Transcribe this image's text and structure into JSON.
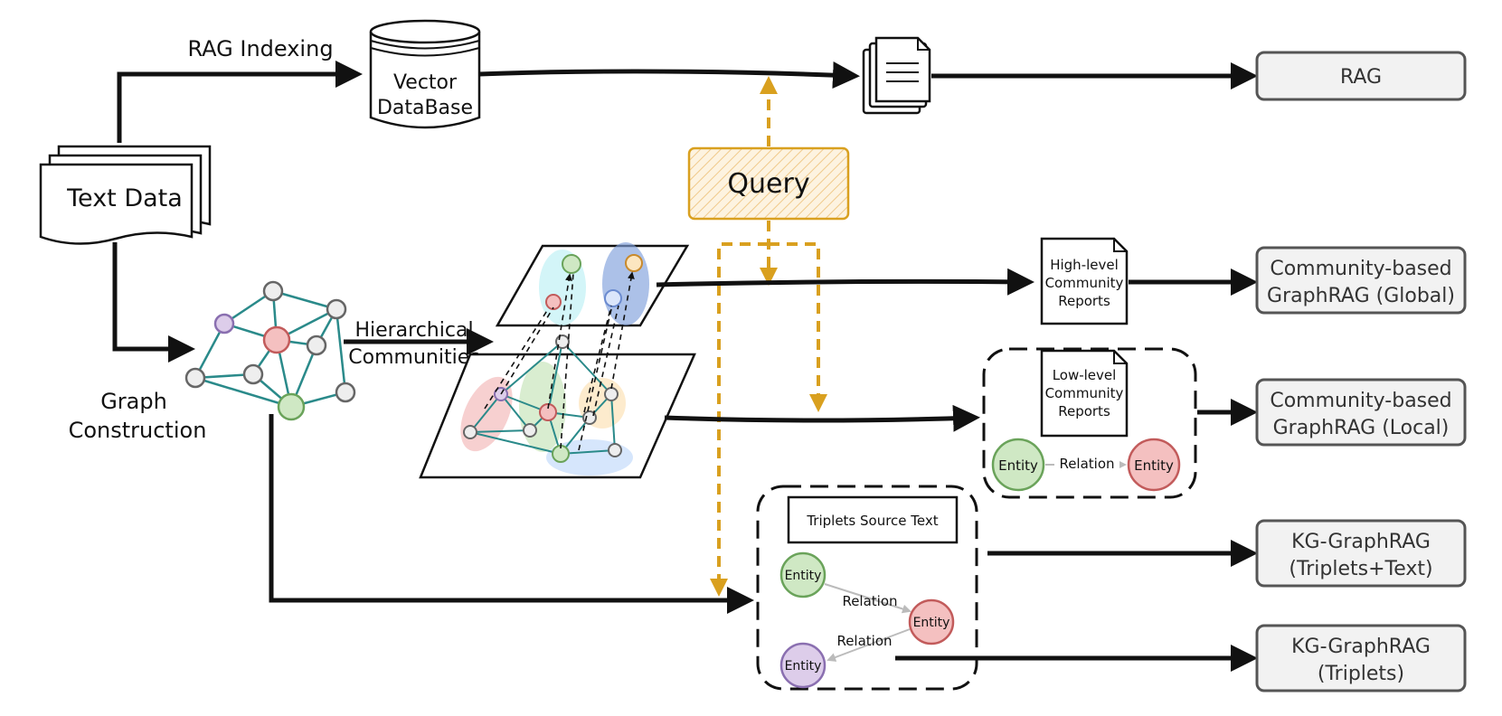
{
  "inputs": {
    "text_data": "Text Data",
    "rag_indexing": "RAG Indexing",
    "vector_db_line1": "Vector",
    "vector_db_line2": "DataBase",
    "graph_construction_line1": "Graph",
    "graph_construction_line2": "Construction",
    "hier_line1": "Hierarchical",
    "hier_line2": "Communities"
  },
  "query": {
    "label": "Query"
  },
  "reports": {
    "high_line1": "High-level",
    "high_line2": "Community",
    "high_line3": "Reports",
    "low_line1": "Low-level",
    "low_line2": "Community",
    "low_line3": "Reports"
  },
  "local_group": {
    "entity_a": "Entity",
    "relation": "Relation",
    "entity_b": "Entity"
  },
  "triplets_group": {
    "source_text": "Triplets Source Text",
    "entity_a": "Entity",
    "relation_1": "Relation",
    "entity_b": "Entity",
    "relation_2": "Relation",
    "entity_c": "Entity"
  },
  "outputs": {
    "rag": "RAG",
    "global_line1": "Community-based",
    "global_line2": "GraphRAG (Global)",
    "local_line1": "Community-based",
    "local_line2": "GraphRAG (Local)",
    "kg_text_line1": "KG-GraphRAG",
    "kg_text_line2": "(Triplets+Text)",
    "kg_trip_line1": "KG-GraphRAG",
    "kg_trip_line2": "(Triplets)"
  },
  "colors": {
    "query_accent": "#d9a01f",
    "teal_edge": "#2a8a8a",
    "green_node": "#cfe8c4",
    "red_node": "#f4c0c0",
    "purple_node": "#ddcdea",
    "output_box": "#f2f2f2"
  }
}
